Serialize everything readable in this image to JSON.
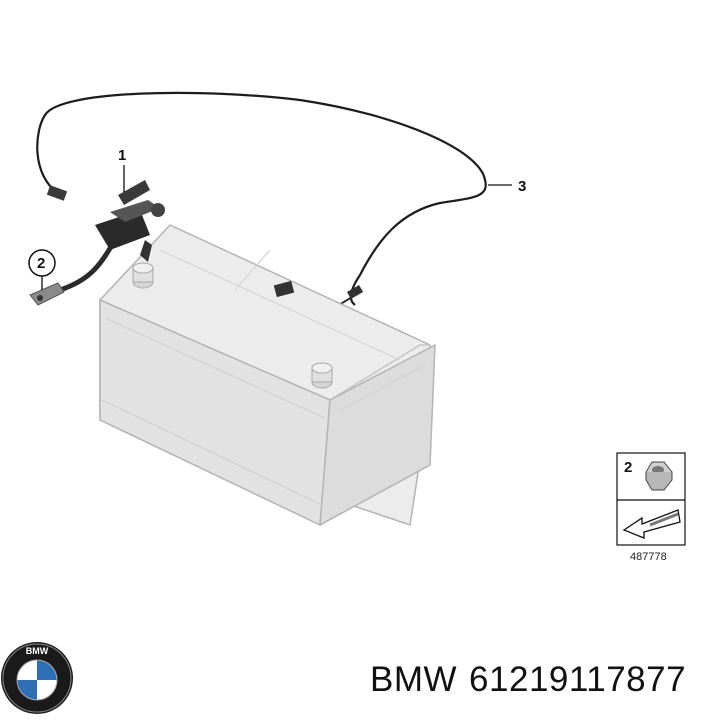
{
  "diagram": {
    "callouts": [
      {
        "id": "1",
        "label": "1"
      },
      {
        "id": "2",
        "label": "2"
      },
      {
        "id": "3",
        "label": "3"
      }
    ],
    "inset": {
      "label": "2",
      "reference_number": "487778"
    }
  },
  "brand": {
    "logo_letters": "BMW",
    "name": "BMW",
    "part_number": "61219117877",
    "colors": {
      "logo_blue": "#2f6fb5",
      "logo_ring": "#1a1a1a",
      "battery_fill": "#ececec",
      "battery_edge": "#b4b4b4"
    }
  }
}
